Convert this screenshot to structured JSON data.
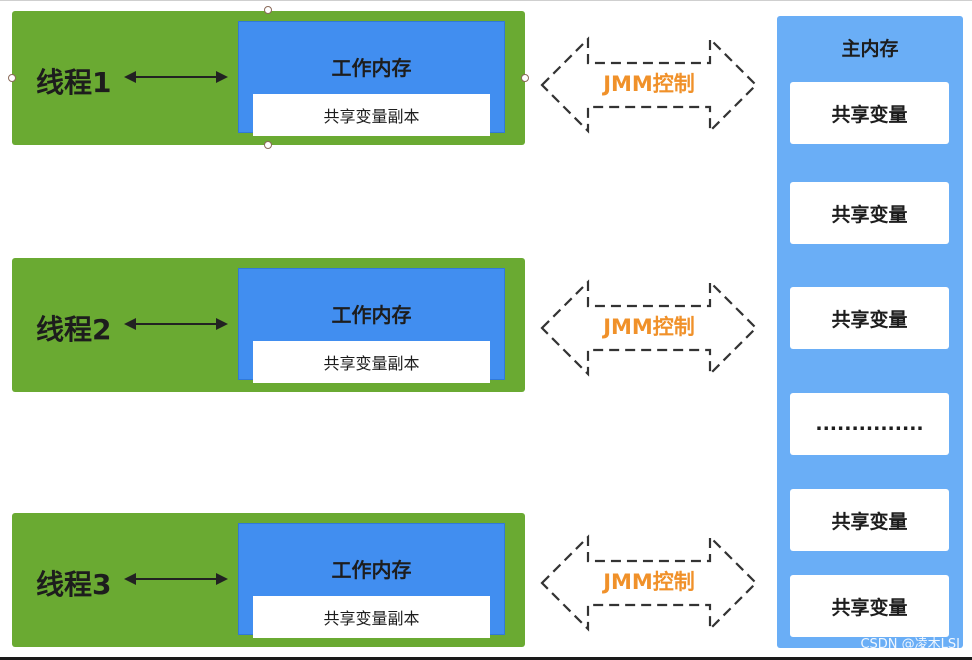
{
  "threads": [
    {
      "label": "线程1",
      "work_memory_title": "工作内存",
      "copy_label": "共享变量副本",
      "control_label": "JMM控制"
    },
    {
      "label": "线程2",
      "work_memory_title": "工作内存",
      "copy_label": "共享变量副本",
      "control_label": "JMM控制"
    },
    {
      "label": "线程3",
      "work_memory_title": "工作内存",
      "copy_label": "共享变量副本",
      "control_label": "JMM控制"
    }
  ],
  "main_memory": {
    "title": "主内存",
    "items": [
      "共享变量",
      "共享变量",
      "共享变量",
      "...............",
      "共享变量",
      "共享变量"
    ]
  },
  "watermark": "CSDN @凌木LSJ",
  "colors": {
    "thread_bg": "#6aaa32",
    "work_memory_bg": "#418ef0",
    "main_memory_bg": "#6aaef6",
    "jmm_text": "#f0912a",
    "box_bg": "#ffffff"
  }
}
